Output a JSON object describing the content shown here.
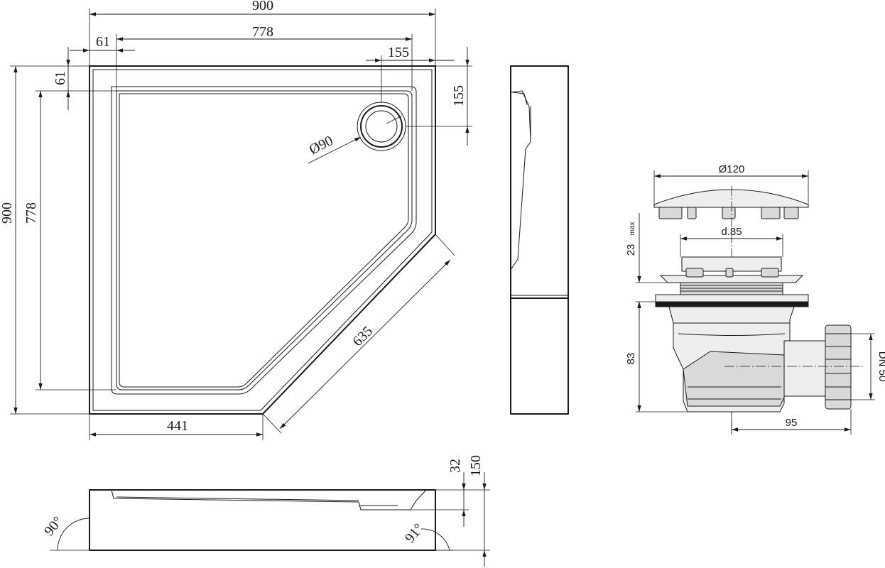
{
  "plan": {
    "overall_width": "900",
    "inner_width": "778",
    "offset_left": "61",
    "drain_offset_x": "155",
    "offset_top": "61",
    "drain_offset_y": "155",
    "overall_height": "900",
    "inner_height": "778",
    "drain_diameter": "Ø90",
    "diagonal": "635",
    "front_width": "441"
  },
  "section": {
    "angle_left": "90°",
    "angle_right": "91°",
    "rim_depth": "32",
    "total_height": "150"
  },
  "siphon": {
    "cover_diameter": "Ø120",
    "body_diameter": "d.85",
    "max_height_value": "23",
    "max_height_suffix": "max",
    "drain_height": "83",
    "outlet_offset": "95",
    "outlet_size": "DN 50"
  }
}
